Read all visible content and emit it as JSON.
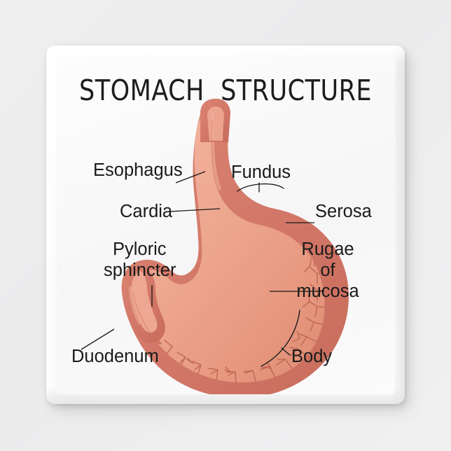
{
  "card": {
    "title": "STOMACH  STRUCTURE",
    "background_color": "#efeff0",
    "surface_color": "#fbfbfc"
  },
  "diagram": {
    "name": "stomach-anatomy-diagram",
    "colors": {
      "wall_outer": "#d4796a",
      "wall_outer_dark": "#c96d5d",
      "lumen_fill_light": "#f0a893",
      "lumen_fill_mid": "#e8977f",
      "rugae_line": "#bc6150",
      "label_text": "#1a1a1a",
      "leader_line": "#1a1a1a"
    },
    "labels": [
      {
        "id": "esophagus",
        "text": "Esophagus",
        "connector": "line"
      },
      {
        "id": "fundus",
        "text": "Fundus",
        "connector": "bracket"
      },
      {
        "id": "cardia",
        "text": "Cardia",
        "connector": "line"
      },
      {
        "id": "serosa",
        "text": "Serosa",
        "connector": "line"
      },
      {
        "id": "pyloric-sphincter",
        "text_line_1": "Pyloric",
        "text_line_2": "sphincter",
        "connector": "line"
      },
      {
        "id": "rugae-of-mucosa",
        "text_line_1": "Rugae",
        "text_line_2": "of",
        "text_line_3": "mucosa",
        "connector": "line"
      },
      {
        "id": "duodenum",
        "text": "Duodenum",
        "connector": "line"
      },
      {
        "id": "body",
        "text": "Body",
        "connector": "bracket"
      }
    ]
  }
}
